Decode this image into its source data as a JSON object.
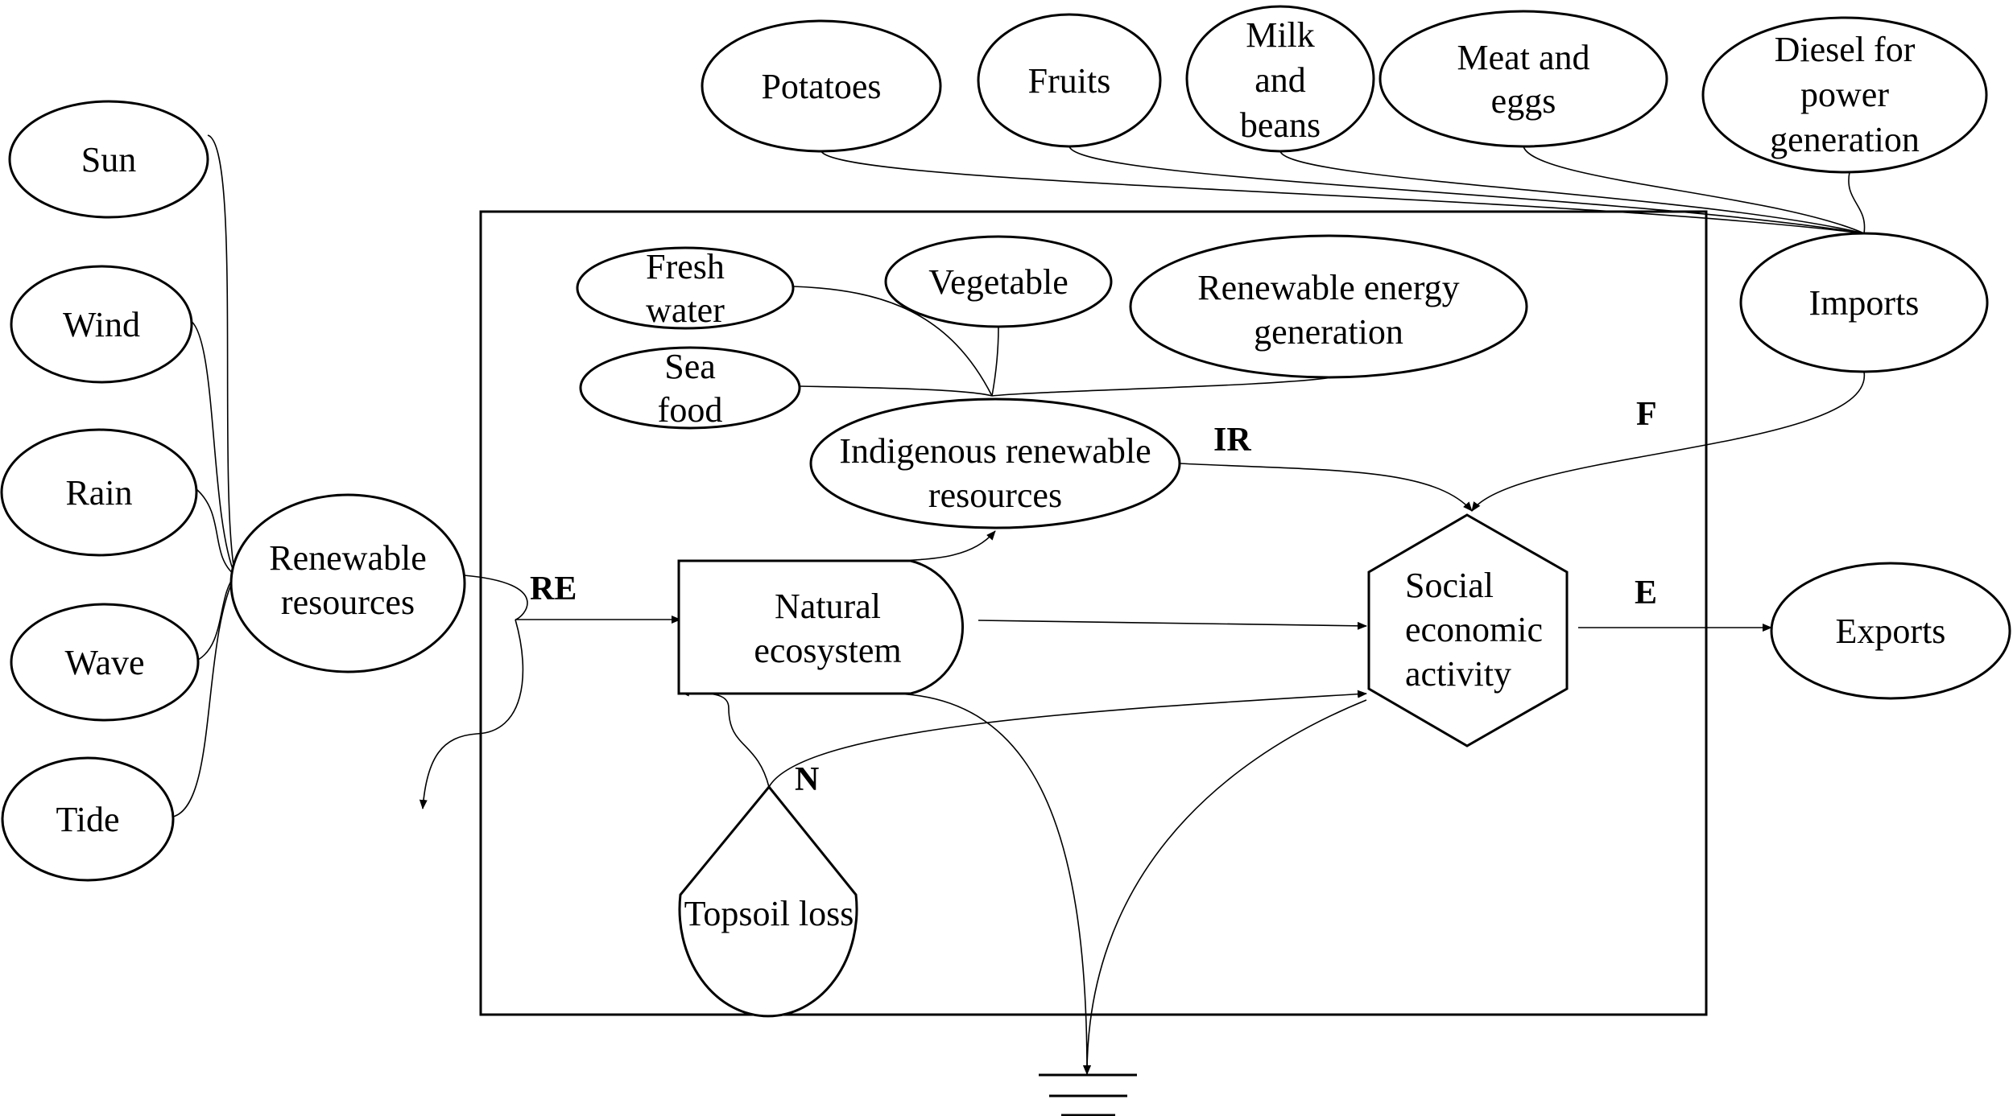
{
  "diagram": {
    "sources": {
      "sun": "Sun",
      "wind": "Wind",
      "rain": "Rain",
      "wave": "Wave",
      "tide": "Tide"
    },
    "renewable_resources": [
      "Renewable",
      "resources"
    ],
    "imports_items": {
      "potatoes": "Potatoes",
      "fruits": "Fruits",
      "milk_beans": [
        "Milk",
        "and",
        "beans"
      ],
      "meat_eggs": [
        "Meat and",
        "eggs"
      ],
      "diesel": [
        "Diesel for",
        "power",
        "generation"
      ]
    },
    "imports": "Imports",
    "exports": "Exports",
    "fresh_water": [
      "Fresh",
      "water"
    ],
    "vegetable": "Vegetable",
    "sea_food": [
      "Sea",
      "food"
    ],
    "renewable_energy_generation": [
      "Renewable energy",
      "generation"
    ],
    "indigenous_renewable_resources": [
      "Indigenous renewable",
      "resources"
    ],
    "natural_ecosystem": [
      "Natural",
      "ecosystem"
    ],
    "social_economic_activity": [
      "Social",
      "economic",
      "activity"
    ],
    "topsoil_loss": "Topsoil loss",
    "flows": {
      "re": "RE",
      "ir": "IR",
      "f": "F",
      "e": "E",
      "n": "N"
    }
  }
}
